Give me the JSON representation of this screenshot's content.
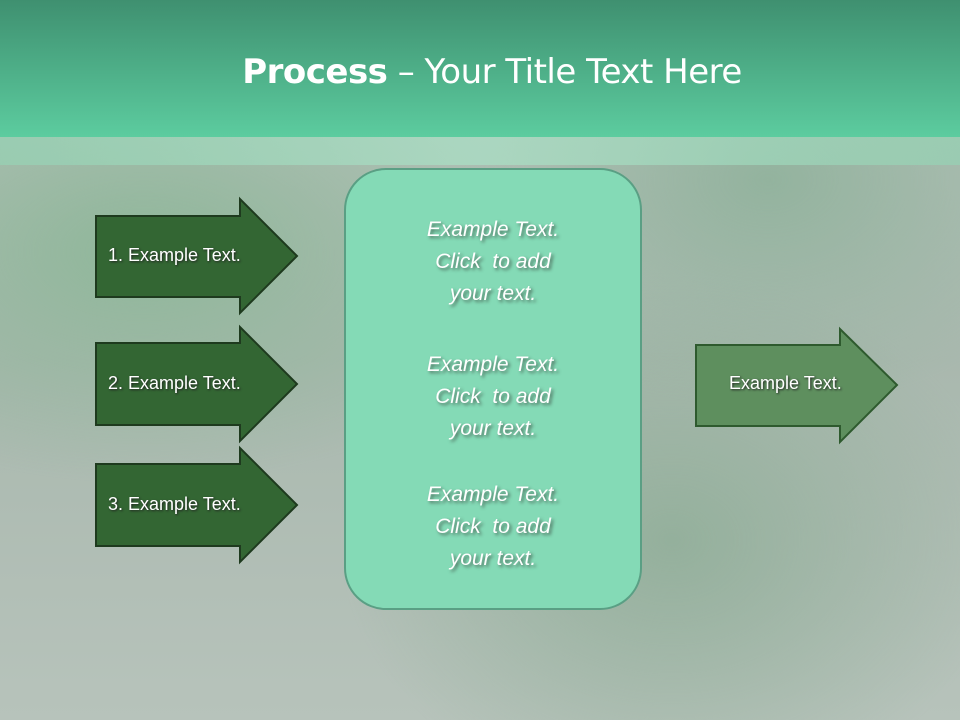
{
  "title": {
    "bold": "Process",
    "rest": " – Your Title Text Here"
  },
  "colors": {
    "header_top": "#3f9070",
    "header_bottom": "#5ccc9f",
    "step_arrow": "#336633",
    "output_arrow": "#5e8f5e",
    "center_box": "#84dab6"
  },
  "steps": [
    {
      "label": "1. Example Text."
    },
    {
      "label": "2. Example Text."
    },
    {
      "label": "3. Example Text."
    }
  ],
  "center_box": {
    "blocks": [
      {
        "line1": "Example Text.",
        "line2": "Click  to add",
        "line3": "your text."
      },
      {
        "line1": "Example Text.",
        "line2": "Click  to add",
        "line3": "your text."
      },
      {
        "line1": "Example Text.",
        "line2": "Click  to add",
        "line3": "your text."
      }
    ]
  },
  "output": {
    "label": "Example Text."
  }
}
